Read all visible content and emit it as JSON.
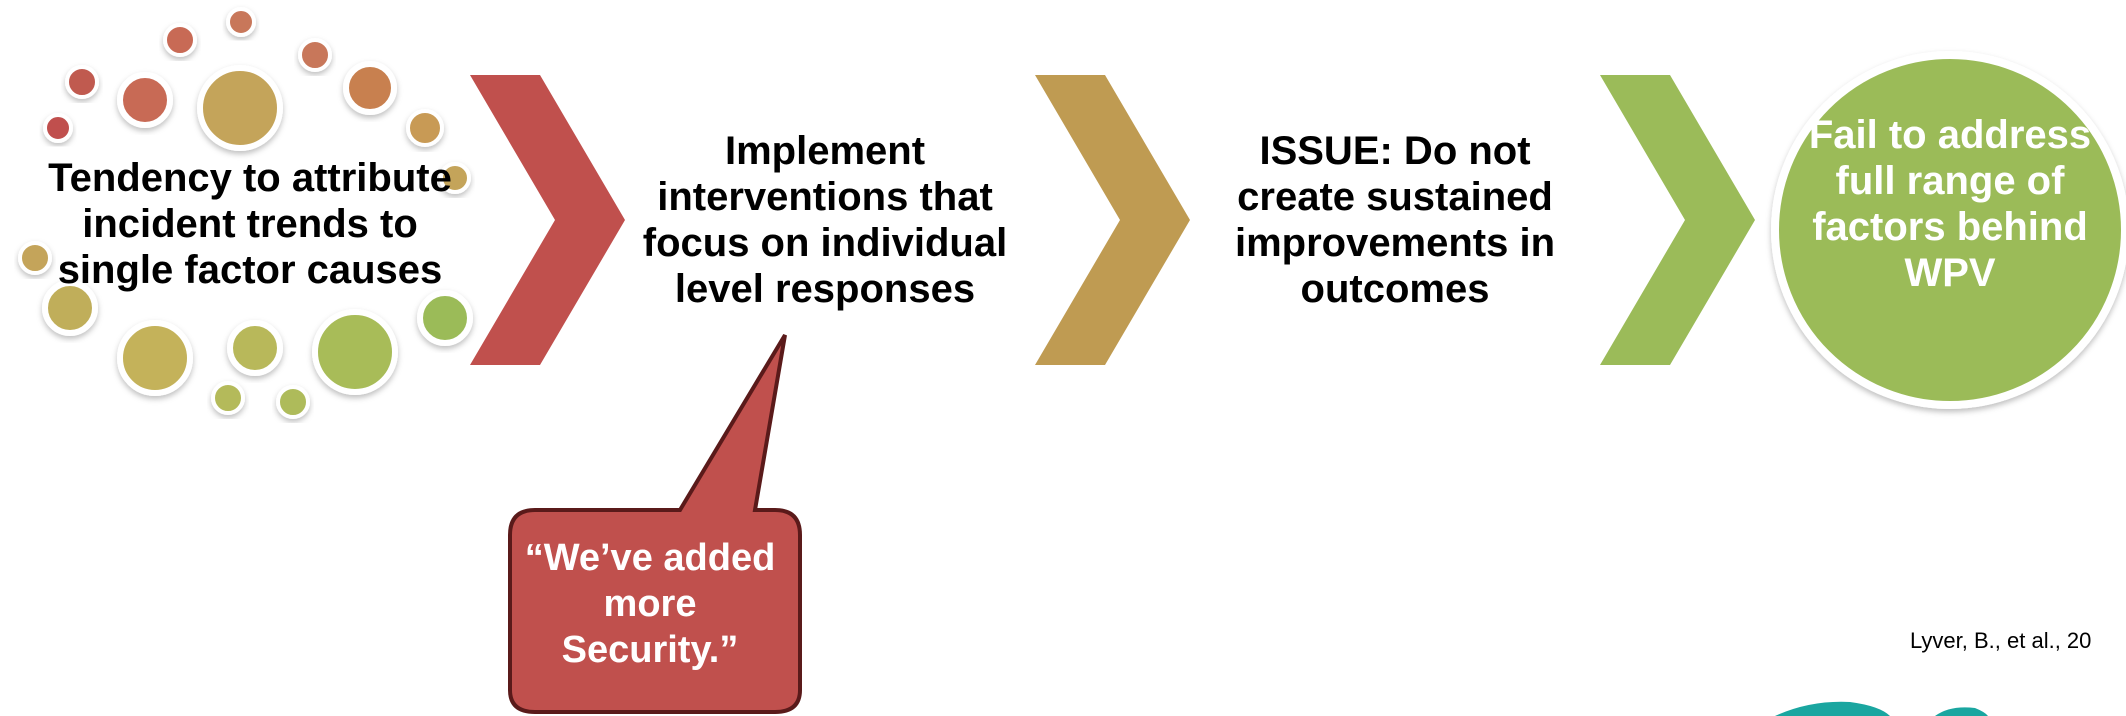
{
  "steps": [
    {
      "text": "Tendency to attribute incident trends to single factor causes"
    },
    {
      "text": "Implement interventions that focus on individual level responses"
    },
    {
      "text": "ISSUE: Do not create sustained improvements in outcomes"
    },
    {
      "text": "Fail to address full range of factors behind WPV"
    }
  ],
  "callout": {
    "text": "“We’ve added more Security.”"
  },
  "citation": "Lyver, B., et al., 20",
  "colors": {
    "red": "#c0504d",
    "gold": "#bf9b52",
    "green": "#9bbb59",
    "callout_border": "#5a1a1a"
  }
}
